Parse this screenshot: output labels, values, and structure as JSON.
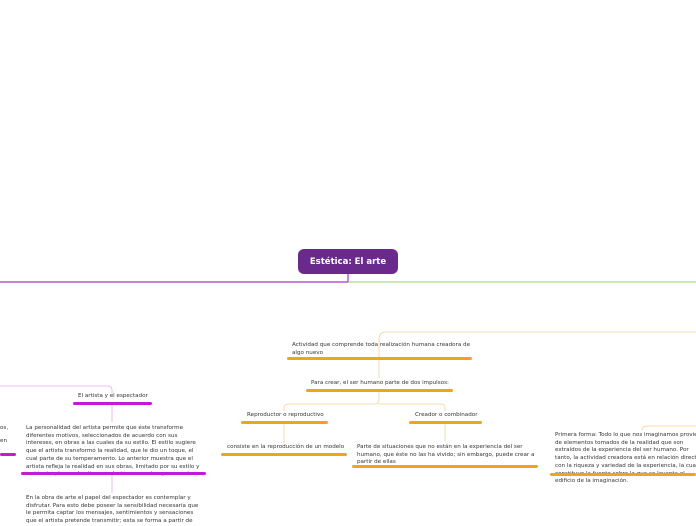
{
  "map": {
    "title": "Estética: El arte",
    "colors": {
      "root_bg": "#6a2a8c",
      "left_branch": "#a735c8",
      "right_branch": "#9bd26a",
      "orange_accent": "#f4a21c",
      "magenta_accent": "#c21bd4",
      "connector_orange": "#f7cf93",
      "connector_pink": "#eaa6f0"
    },
    "left": {
      "artist_title": "El artista y el espectador",
      "left_cut_1": "os,",
      "left_cut_2": "en",
      "artist_text": "La personalidad del artista permite que éste transforme diferentes motivos, seleccionados de acuerdo con sus intereses, en obras a las cuales da su estilo.  El estilo sugiere que el artista transformó la realidad, que le dio un toque, el cual parte de su temperamento. Lo anterior muestra que el artista refleja la realidad en sus obras, limitado por su estilo y su técnica, los cuales tienen relación con su temperamento.",
      "spectator_text": "En la obra de arte el papel del espectador es contemplar y disfrutar. Para esto debe poseer la sensibilidad necesaria que le permita captar los mensajes, sentimientos y sensaciones que el artista pretende transmitir; esta se forma a partir de"
    },
    "right": {
      "activity_text": "Actividad que comprende toda realización humana creadora de algo nuevo",
      "impulses_text": "Para crear, el ser humano parte de dos impulsos:",
      "reproductor_text": "Reproductor o reproductivo",
      "combinador_text": "Creador o combinador",
      "model_text": "consiste en la reproducción de un modelo",
      "situations_text": "Parte de situaciones que no están en la experiencia del ser humano, que éste no las ha vivido; sin embargo, puede crear a partir de ellas",
      "first_form_text": "Primera forma: Todo lo que nos imaginamos proviene de elementos tomados de la realidad que son extraídos de la experiencia del ser humano.  Por tanto, la actividad creadora está en relación directa con la riqueza y variedad de la experiencia, la cual constituye la fuente sobre la que se levanta el edificio de la imaginación."
    }
  }
}
